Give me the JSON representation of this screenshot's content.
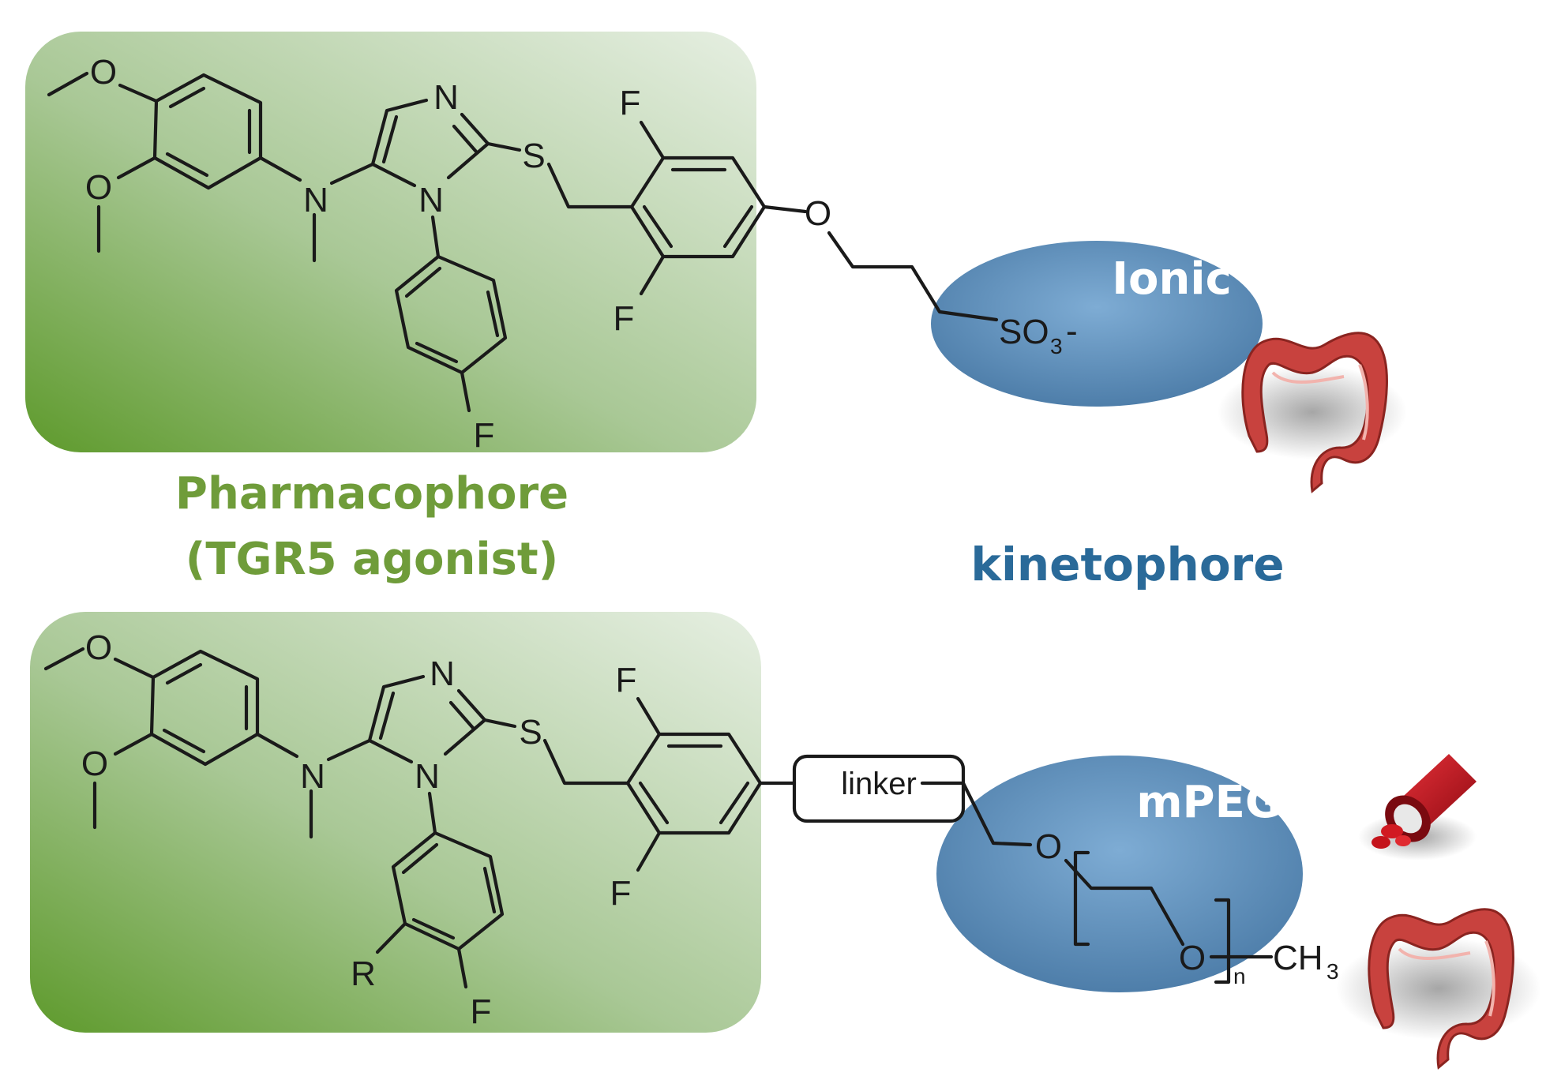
{
  "labels": {
    "pharmacophore_line1": "Pharmacophore",
    "pharmacophore_line2": "(TGR5 agonist)",
    "kinetophore": "kinetophore",
    "ionic": "Ionic",
    "mpeg": "mPEG",
    "linker": "linker"
  },
  "atoms": {
    "O": "O",
    "N": "N",
    "S": "S",
    "F": "F",
    "R": "R",
    "SO3": "SO",
    "sub3": "3",
    "minus": "-",
    "CH3": "CH",
    "n": "n"
  },
  "colors": {
    "green_dark": "#5e9a2c",
    "green_light": "#e4eee0",
    "pharm_text": "#6f9c3a",
    "kin_text": "#2a6a99",
    "ellipse": "#6f9cc6",
    "ellipse_dark": "#4a7aa6",
    "colon": "#c8423e",
    "vessel": "#c4141c"
  },
  "icons": [
    "colon-icon",
    "blood-vessel-icon"
  ]
}
